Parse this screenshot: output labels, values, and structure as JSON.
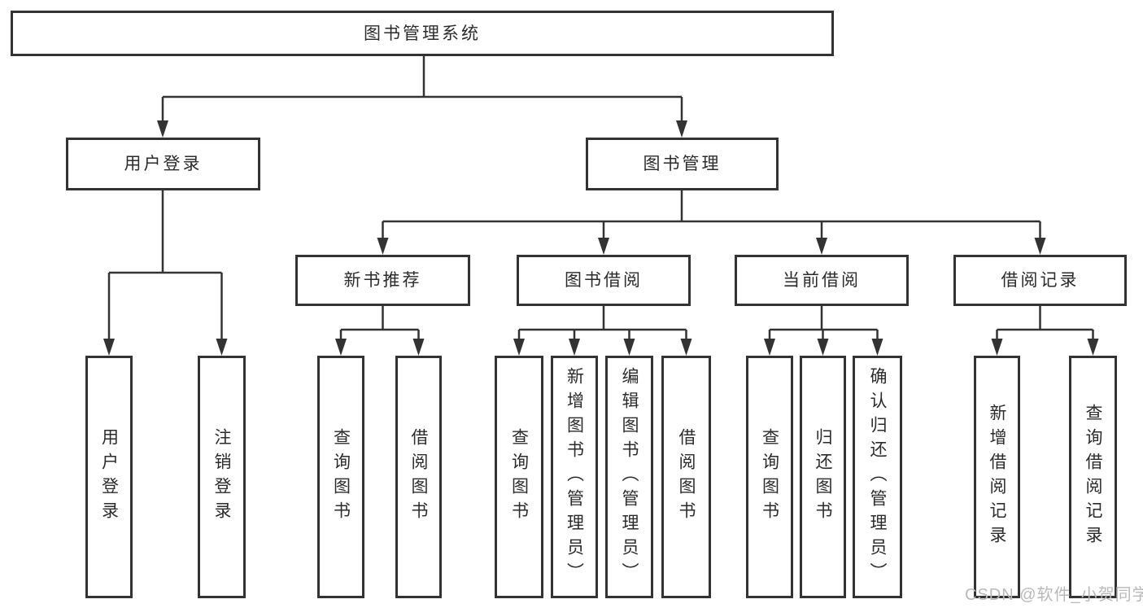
{
  "diagram_type": "hierarchy-tree",
  "colors": {
    "background": "#ffffff",
    "line": "#333333",
    "box_border": "#333333",
    "text": "#2b2b2b",
    "watermark": "#b9b9b9"
  },
  "tree": {
    "root": {
      "label": "图书管理系统"
    },
    "branches": [
      {
        "label": "用户登录",
        "children": [
          {
            "label": "用户登录"
          },
          {
            "label": "注销登录"
          }
        ]
      },
      {
        "label": "图书管理",
        "children": [
          {
            "label": "新书推荐",
            "children": [
              {
                "label": "查询图书"
              },
              {
                "label": "借阅图书"
              }
            ]
          },
          {
            "label": "图书借阅",
            "children": [
              {
                "label": "查询图书"
              },
              {
                "label": "新增图书（管理员）"
              },
              {
                "label": "编辑图书（管理员）"
              },
              {
                "label": "借阅图书"
              }
            ]
          },
          {
            "label": "当前借阅",
            "children": [
              {
                "label": "查询图书"
              },
              {
                "label": "归还图书"
              },
              {
                "label": "确认归还（管理员）"
              }
            ]
          },
          {
            "label": "借阅记录",
            "children": [
              {
                "label": "新增借阅记录"
              },
              {
                "label": "查询借阅记录"
              }
            ]
          }
        ]
      }
    ]
  },
  "watermark": {
    "text": "CSDN @软件_小贺同学"
  }
}
